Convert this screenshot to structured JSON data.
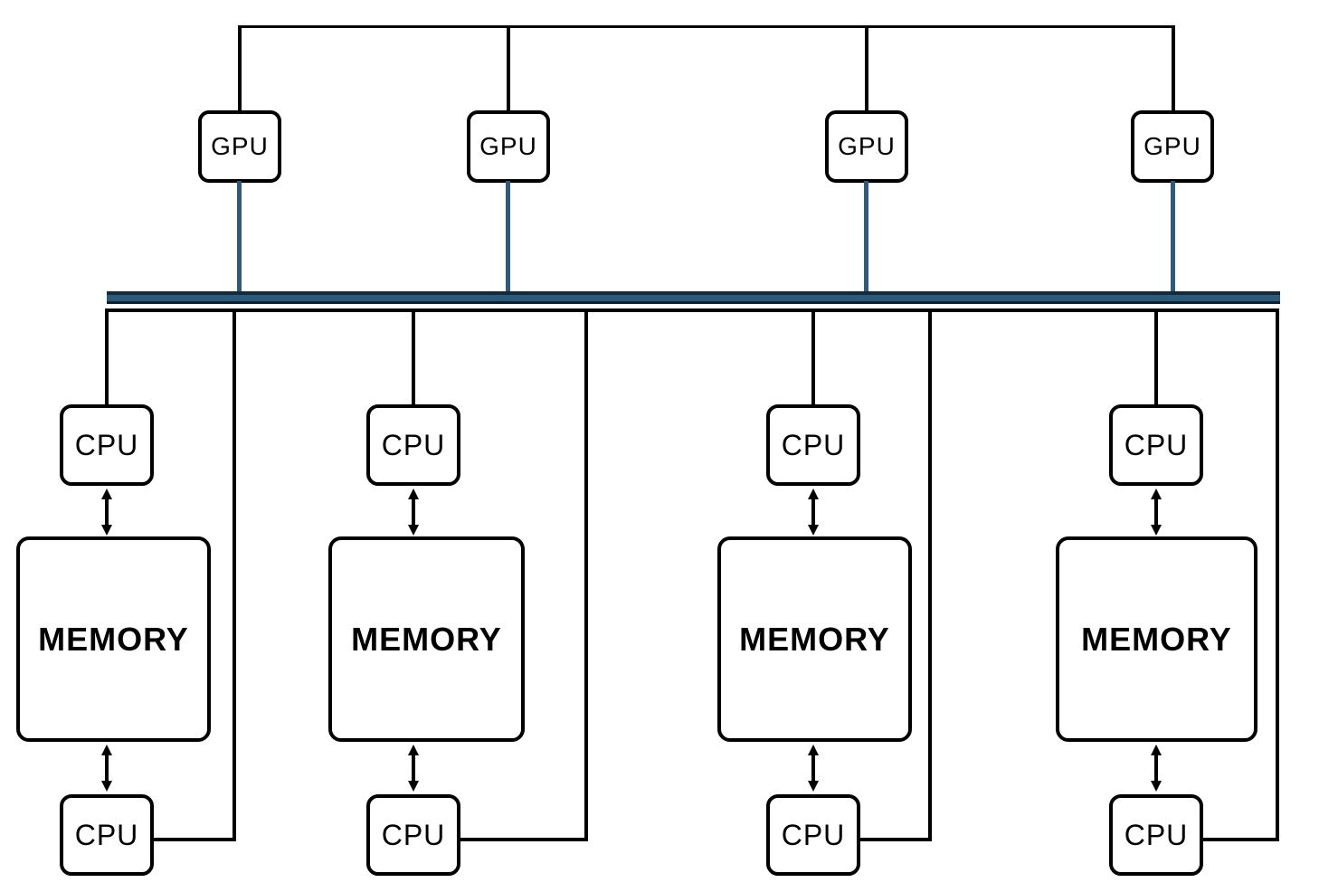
{
  "gpus": [
    {
      "label": "GPU"
    },
    {
      "label": "GPU"
    },
    {
      "label": "GPU"
    },
    {
      "label": "GPU"
    }
  ],
  "nodes": [
    {
      "cpu_top": "CPU",
      "memory": "MEMORY",
      "cpu_bottom": "CPU"
    },
    {
      "cpu_top": "CPU",
      "memory": "MEMORY",
      "cpu_bottom": "CPU"
    },
    {
      "cpu_top": "CPU",
      "memory": "MEMORY",
      "cpu_bottom": "CPU"
    },
    {
      "cpu_top": "CPU",
      "memory": "MEMORY",
      "cpu_bottom": "CPU"
    }
  ],
  "colors": {
    "background": "#ffffff",
    "line": "#000000",
    "box_border": "#000000",
    "bus_fill": "#2e5a7a",
    "bus_edge_top": "#152b3b",
    "bus_edge_bottom": "#0e2130",
    "gpu_link": "#2e5b7d"
  }
}
